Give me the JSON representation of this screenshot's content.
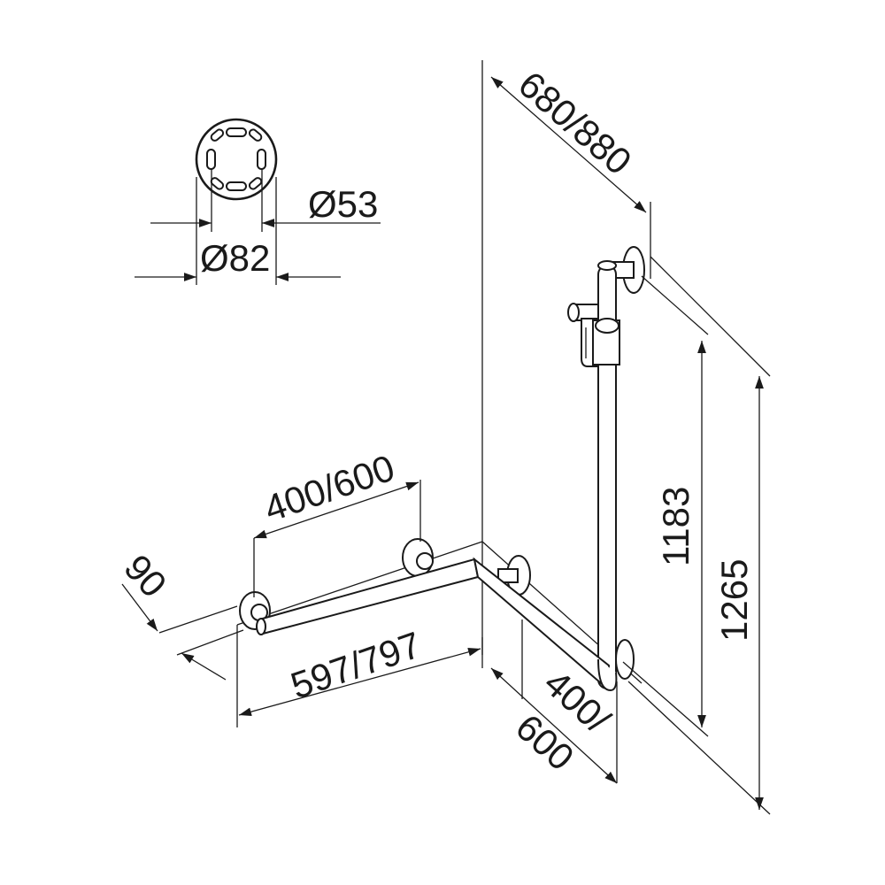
{
  "dimensions": {
    "hole_spacing": "Ø53",
    "rosette_diameter": "Ø82",
    "shower_rail_projection": "680/880",
    "rail_height": "1183",
    "total_height": "1265",
    "horizontal_rail_segment": "400/600",
    "horizontal_rail_length": "597/797",
    "wall_offset": "90",
    "corner_leg_line1": "400/",
    "corner_leg_line2": "600"
  },
  "colors": {
    "line": "#1a1a1a",
    "background": "#ffffff"
  }
}
